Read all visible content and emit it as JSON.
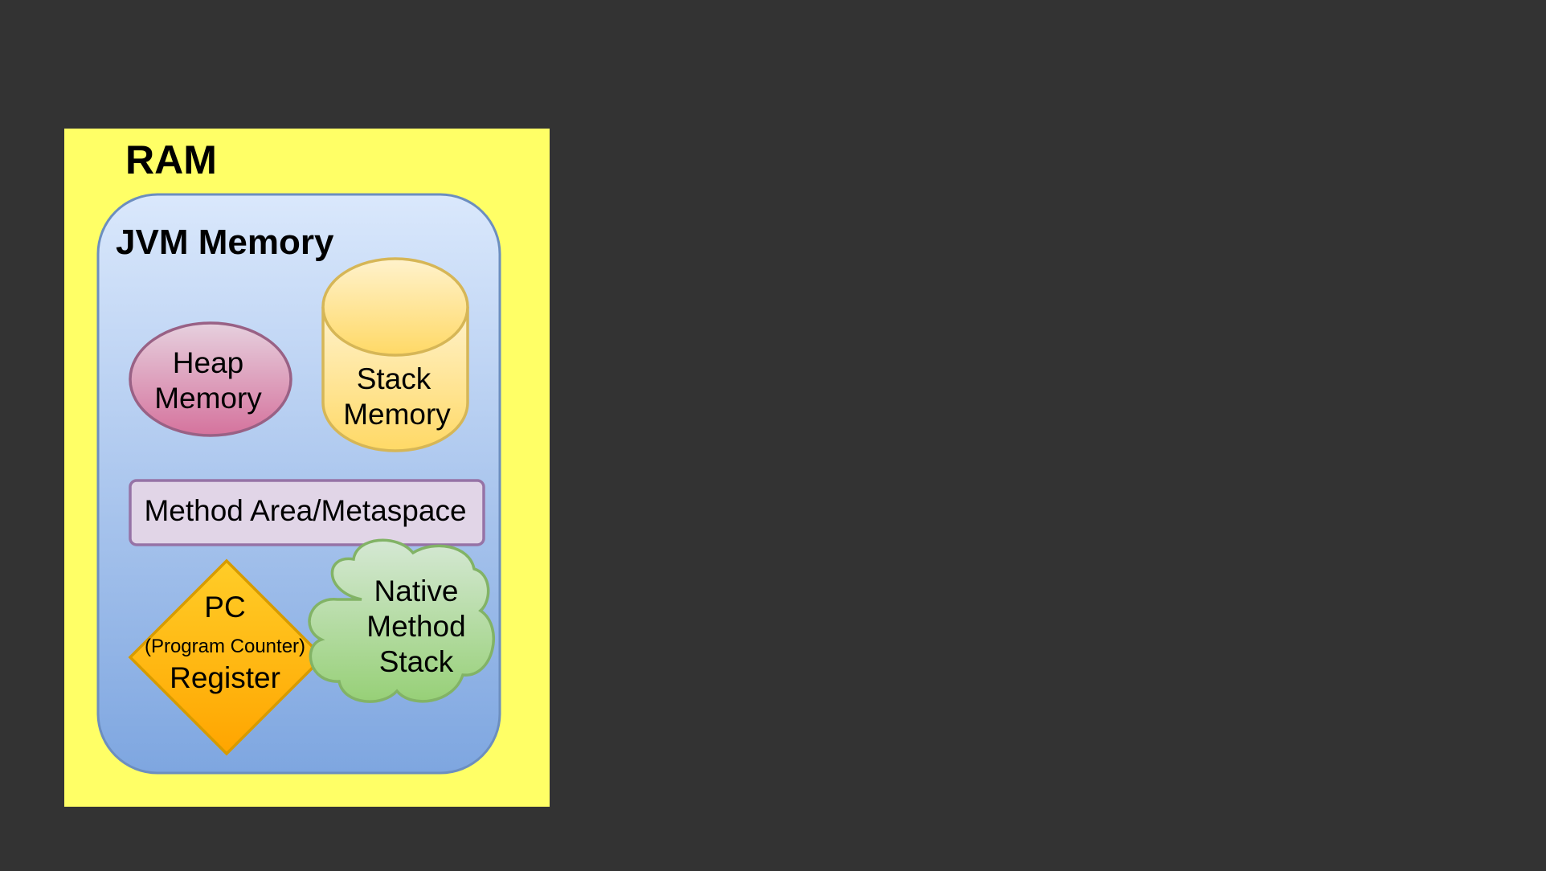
{
  "ram": {
    "label": "RAM"
  },
  "jvm_memory": {
    "label": "JVM Memory",
    "heap": {
      "line1": "Heap",
      "line2": "Memory"
    },
    "stack": {
      "line1": "Stack",
      "line2": "Memory"
    },
    "method_area": {
      "label": "Method Area/Metaspace"
    },
    "pc_register": {
      "line1": "PC",
      "line2": "(Program Counter)",
      "line3": "Register"
    },
    "native_stack": {
      "line1": "Native",
      "line2": "Method",
      "line3": "Stack"
    }
  },
  "colors": {
    "background": "#333333",
    "ram_fill": "#ffff66",
    "jvm_fill_top": "#dae8fc",
    "jvm_fill_bottom": "#7ea6e0",
    "jvm_stroke": "#6c8ebf",
    "heap_fill_top": "#e6d0de",
    "heap_fill_bottom": "#d5739d",
    "heap_stroke": "#996185",
    "stack_fill_top": "#fff2cc",
    "stack_fill_bottom": "#ffd966",
    "stack_stroke": "#d6b656",
    "method_fill": "#e1d5e7",
    "method_stroke": "#9673a6",
    "pc_fill_top": "#ffcd28",
    "pc_fill_bottom": "#ffa500",
    "pc_stroke": "#d79b00",
    "native_fill_top": "#d5e8d4",
    "native_fill_bottom": "#97d077",
    "native_stroke": "#82b366"
  }
}
